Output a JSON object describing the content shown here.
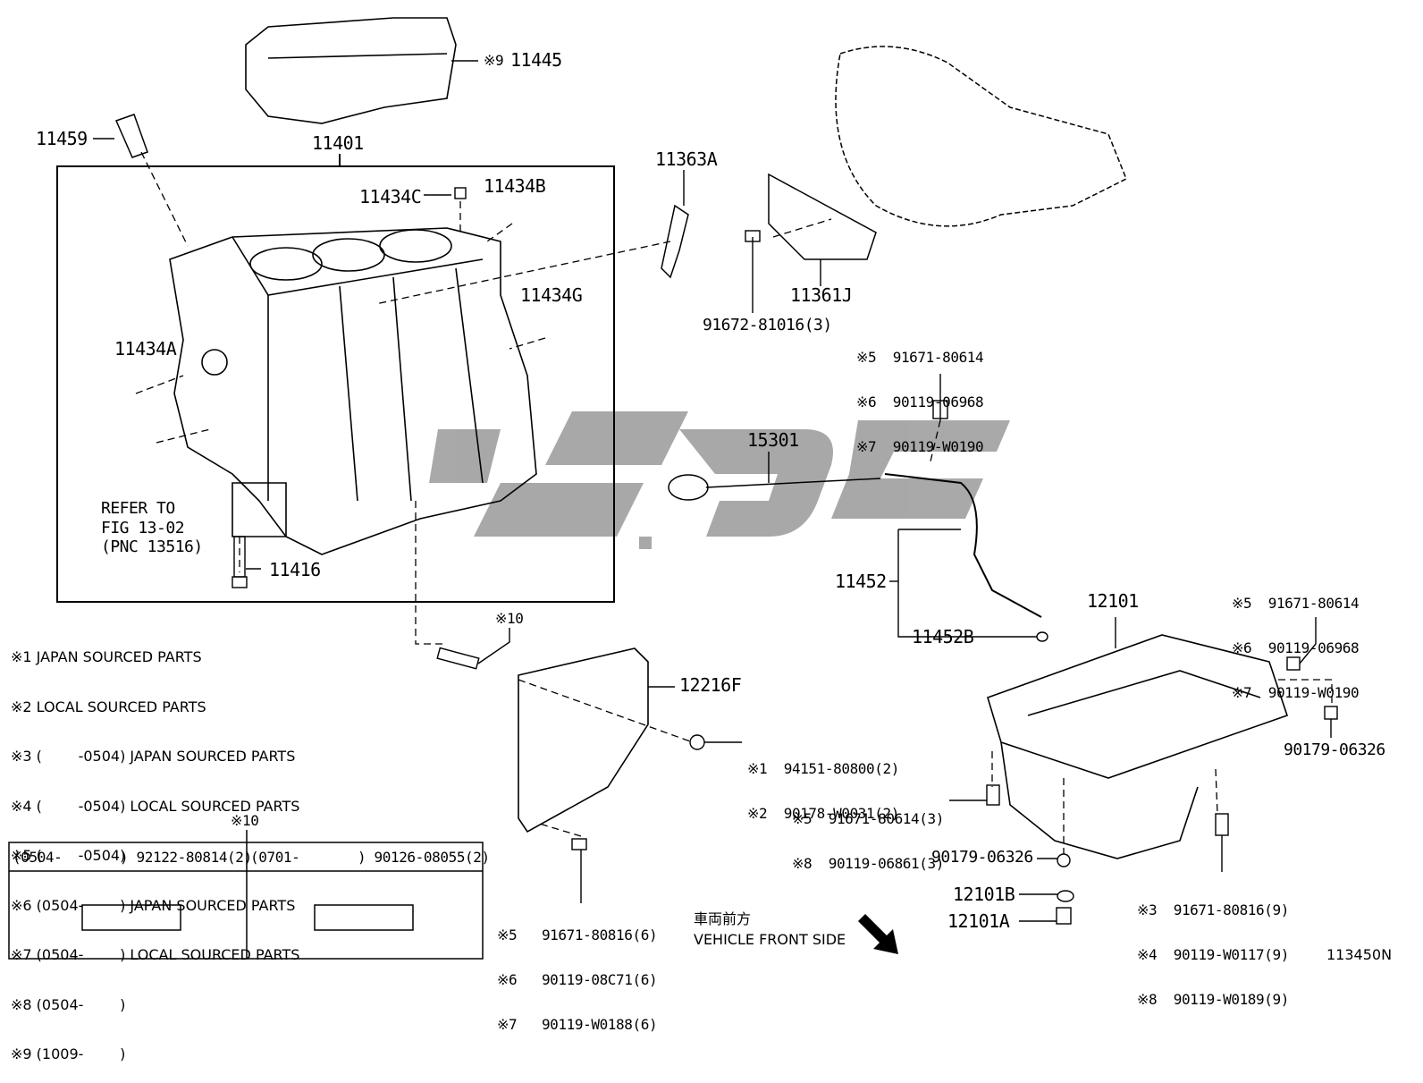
{
  "labels": {
    "p11445": "11445",
    "p11445_note": "※9",
    "p11459": "11459",
    "p11401": "11401",
    "p11434C": "11434C",
    "p11434B": "11434B",
    "p11434G": "11434G",
    "p11434A": "11434A",
    "p11416": "11416",
    "p11363A": "11363A",
    "p11361J": "11361J",
    "p91672": "91672-81016(3)",
    "p15301": "15301",
    "p11452": "11452",
    "p11452B": "11452B",
    "p12101": "12101",
    "p12216F": "12216F",
    "p90179a": "90179-06326",
    "p90179b": "90179-06326",
    "p12101B": "12101B",
    "p12101A": "12101A",
    "refer1": "REFER TO",
    "refer2": "FIG 13-02",
    "refer3": "(PNC 13516)",
    "n10": "※10",
    "n10b": "※10",
    "front_jp": "車両前方",
    "front_en": "VEHICLE FRONT SIDE",
    "figure_id": "113450N"
  },
  "groups": {
    "dipstick_bolt": [
      "※5  91671-80614",
      "※6  90119-06968",
      "※7  90119-W0190"
    ],
    "pan_bolt_right": [
      "※5  91671-80614",
      "※6  90119-06968",
      "※7  90119-W0190"
    ],
    "plate_nut": [
      "※1  94151-80800(2)",
      "※2  90178-W0031(2)"
    ],
    "pan_bolt_left": [
      "※5  91671-80614(3)",
      "※8  90119-06861(3)"
    ],
    "pan_bolt_bottom": [
      "※3  91671-80816(9)",
      "※4  90119-W0117(9)",
      "※8  90119-W0189(9)"
    ],
    "plate_bolt": [
      "※5   91671-80816(6)",
      "※6   90119-08C71(6)",
      "※7   90119-W0188(6)"
    ]
  },
  "legend": [
    "※1 JAPAN SOURCED PARTS",
    "※2 LOCAL SOURCED PARTS",
    "※3 (        -0504) JAPAN SOURCED PARTS",
    "※4 (        -0504) LOCAL SOURCED PARTS",
    "※5 (        -0504)",
    "※6 (0504-        ) JAPAN SOURCED PARTS",
    "※7 (0504-        ) LOCAL SOURCED PARTS",
    "※8 (0504-        )",
    "※9 (1009-        )"
  ],
  "table": {
    "left_header": "(0504-       ) 92122-80814(2)",
    "right_header": "(0701-       ) 90126-08055(2)"
  }
}
